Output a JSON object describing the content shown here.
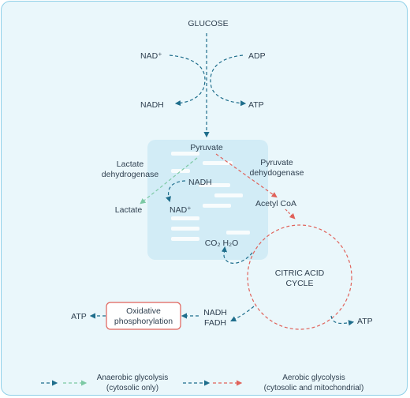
{
  "labels": {
    "glucose": "GLUCOSE",
    "nad_plus_top": "NAD⁺",
    "adp": "ADP",
    "nadh_top": "NADH",
    "atp_top": "ATP",
    "pyruvate": "Pyruvate",
    "lactate_dh_1": "Lactate",
    "lactate_dh_2": "dehydrogenase",
    "pyruvate_dh_1": "Pyruvate",
    "pyruvate_dh_2": "dehydogenase",
    "nadh_mid": "NADH",
    "nad_plus_mid": "NAD⁺",
    "lactate": "Lactate",
    "acetyl_coa": "Acetyl CoA",
    "co2_h2o": "CO₂ H₂O",
    "citric_1": "CITRIC ACID",
    "citric_2": "CYCLE",
    "oxidative_1": "Oxidative",
    "oxidative_2": "phosphorylation",
    "atp_left": "ATP",
    "nadh_bottom": "NADH",
    "fadh": "FADH",
    "atp_right": "ATP"
  },
  "legend": {
    "anaerobic_1": "Anaerobic glycolysis",
    "anaerobic_2": "(cytosolic only)",
    "aerobic_1": "Aerobic glycolysis",
    "aerobic_2": "(cytosolic and mitochondrial)"
  },
  "colors": {
    "blue": "#1f6e8c",
    "green": "#7cc9a4",
    "red": "#e0625a",
    "text": "#2e3f4f"
  }
}
